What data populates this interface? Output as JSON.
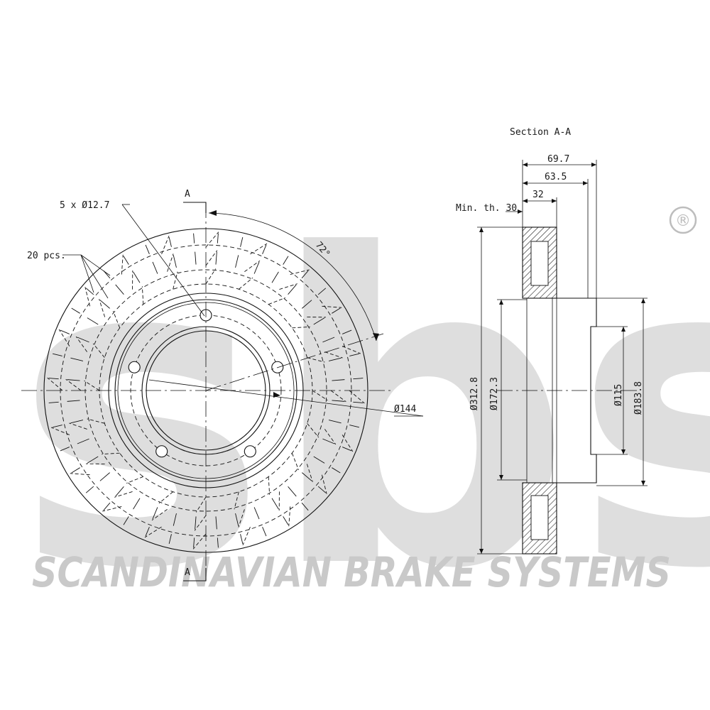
{
  "watermark": {
    "logo": "sbs",
    "registered": "®",
    "company": "SCANDINAVIAN BRAKE SYSTEMS"
  },
  "front_view": {
    "section_marker_top": "A",
    "section_marker_bottom": "A",
    "bolt_holes_label": "5 x Ø12.7",
    "slots_label": "20 pcs.",
    "angle_label": "72°",
    "bolt_circle_label": "Ø144"
  },
  "section_view": {
    "title": "Section A-A",
    "width_total": "69.7",
    "width_hat": "63.5",
    "disc_thickness": "32",
    "min_thickness": "Min. th. 30",
    "dia_outer": "Ø312.8",
    "dia_inner_ring": "Ø172.3",
    "dia_center_bore": "Ø115",
    "dia_hat": "Ø183.8"
  }
}
